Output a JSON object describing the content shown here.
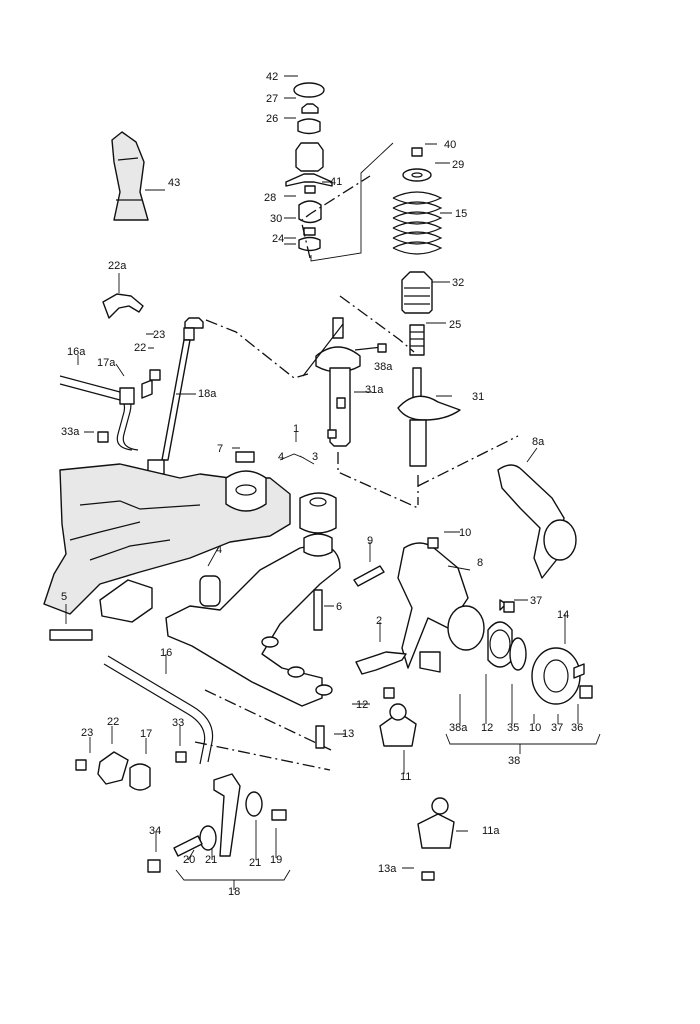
{
  "callouts": [
    {
      "id": "c42",
      "text": "42"
    },
    {
      "id": "c27",
      "text": "27"
    },
    {
      "id": "c26",
      "text": "26"
    },
    {
      "id": "c41",
      "text": "41"
    },
    {
      "id": "c28",
      "text": "28"
    },
    {
      "id": "c30",
      "text": "30"
    },
    {
      "id": "c24",
      "text": "24"
    },
    {
      "id": "c40",
      "text": "40"
    },
    {
      "id": "c29",
      "text": "29"
    },
    {
      "id": "c15",
      "text": "15"
    },
    {
      "id": "c32",
      "text": "32"
    },
    {
      "id": "c25",
      "text": "25"
    },
    {
      "id": "c43",
      "text": "43"
    },
    {
      "id": "c22a",
      "text": "22a"
    },
    {
      "id": "c23a",
      "text": "23"
    },
    {
      "id": "c16a",
      "text": "16a"
    },
    {
      "id": "c22b",
      "text": "22"
    },
    {
      "id": "c17a",
      "text": "17a"
    },
    {
      "id": "c18a",
      "text": "18a"
    },
    {
      "id": "c33a",
      "text": "33a"
    },
    {
      "id": "c38a",
      "text": "38a"
    },
    {
      "id": "c31a",
      "text": "31a"
    },
    {
      "id": "c31",
      "text": "31"
    },
    {
      "id": "c8a",
      "text": "8a"
    },
    {
      "id": "c7",
      "text": "7"
    },
    {
      "id": "c1",
      "text": "1"
    },
    {
      "id": "c4a",
      "text": "4"
    },
    {
      "id": "c3",
      "text": "3"
    },
    {
      "id": "c4b",
      "text": "4"
    },
    {
      "id": "c5",
      "text": "5"
    },
    {
      "id": "c9",
      "text": "9"
    },
    {
      "id": "c10a",
      "text": "10"
    },
    {
      "id": "c8",
      "text": "8"
    },
    {
      "id": "c6",
      "text": "6"
    },
    {
      "id": "c37a",
      "text": "37"
    },
    {
      "id": "c14",
      "text": "14"
    },
    {
      "id": "c2",
      "text": "2"
    },
    {
      "id": "c16",
      "text": "16"
    },
    {
      "id": "c12a",
      "text": "12"
    },
    {
      "id": "c38b",
      "text": "38a"
    },
    {
      "id": "c12b",
      "text": "12"
    },
    {
      "id": "c35",
      "text": "35"
    },
    {
      "id": "c10b",
      "text": "10"
    },
    {
      "id": "c37b",
      "text": "37"
    },
    {
      "id": "c36",
      "text": "36"
    },
    {
      "id": "c38",
      "text": "38"
    },
    {
      "id": "c23b",
      "text": "23"
    },
    {
      "id": "c22c",
      "text": "22"
    },
    {
      "id": "c17",
      "text": "17"
    },
    {
      "id": "c33",
      "text": "33"
    },
    {
      "id": "c13",
      "text": "13"
    },
    {
      "id": "c11",
      "text": "11"
    },
    {
      "id": "c34",
      "text": "34"
    },
    {
      "id": "c20",
      "text": "20"
    },
    {
      "id": "c21a",
      "text": "21"
    },
    {
      "id": "c21b",
      "text": "21"
    },
    {
      "id": "c19",
      "text": "19"
    },
    {
      "id": "c18",
      "text": "18"
    },
    {
      "id": "c11a",
      "text": "11a"
    },
    {
      "id": "c13a",
      "text": "13a"
    }
  ]
}
